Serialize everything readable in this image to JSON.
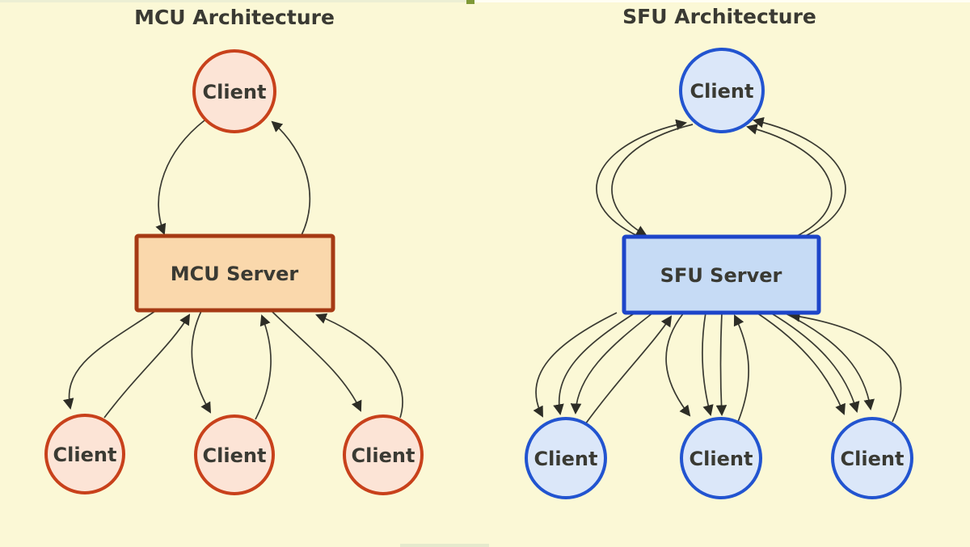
{
  "canvas": {
    "background": "#fbf8d6",
    "edge_color": "#3a3a32",
    "arrowhead_color": "#2d2d26",
    "progress": {
      "track_left": "#ecefd4",
      "playhead": "#7f9937",
      "track_right": "#fffef4",
      "bottom_marker": "#e6eacd"
    }
  },
  "mcu": {
    "title": "MCU Architecture",
    "colors": {
      "client_fill": "#fce4d6",
      "client_stroke": "#c8411b",
      "server_fill": "#fad8ac",
      "server_stroke": "#a63a14"
    },
    "nodes": {
      "top_client": "Client",
      "server": "MCU Server",
      "bottom_clients": [
        "Client",
        "Client",
        "Client"
      ]
    }
  },
  "sfu": {
    "title": "SFU Architecture",
    "colors": {
      "client_fill": "#dbe7f9",
      "client_stroke": "#2254d0",
      "server_fill": "#c6dbf5",
      "server_stroke": "#1d45c9"
    },
    "nodes": {
      "top_client": "Client",
      "server": "SFU Server",
      "bottom_clients": [
        "Client",
        "Client",
        "Client"
      ]
    }
  }
}
